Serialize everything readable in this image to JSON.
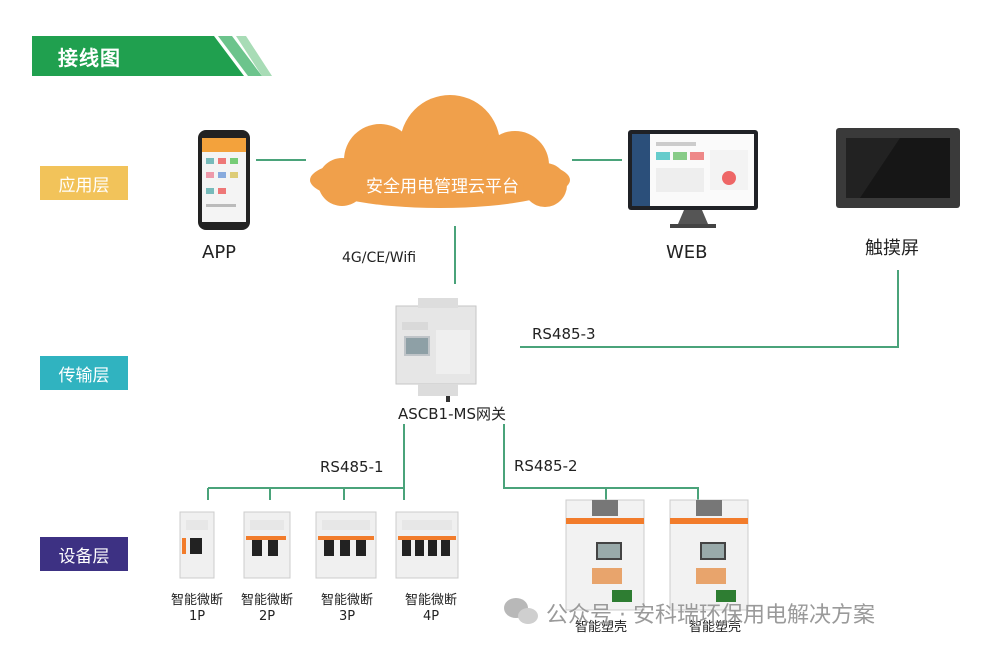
{
  "header": {
    "title": "接线图"
  },
  "layers": {
    "app": "应用层",
    "transport": "传输层",
    "device": "设备层"
  },
  "nodes": {
    "app_label": "APP",
    "cloud_label": "安全用电管理云平台",
    "web_label": "WEB",
    "touch_label": "触摸屏",
    "gateway_label": "ASCB1-MS网关"
  },
  "links": {
    "network": "4G/CE/Wifi",
    "rs485_1": "RS485-1",
    "rs485_2": "RS485-2",
    "rs485_3": "RS485-3"
  },
  "devices": [
    {
      "name": "智能微断",
      "poles": "1P"
    },
    {
      "name": "智能微断",
      "poles": "2P"
    },
    {
      "name": "智能微断",
      "poles": "3P"
    },
    {
      "name": "智能微断",
      "poles": "4P"
    },
    {
      "name": "智能塑壳",
      "poles": ""
    },
    {
      "name": "智能塑壳",
      "poles": ""
    }
  ],
  "watermark": "公众号 · 安科瑞环保用电解决方案",
  "colors": {
    "banner": "#20a04f",
    "line": "#4aa37a",
    "cloud": "#f0a04b",
    "app_tag": "#f2c35a",
    "transport_tag": "#30b3c0",
    "device_tag": "#3d3183"
  }
}
